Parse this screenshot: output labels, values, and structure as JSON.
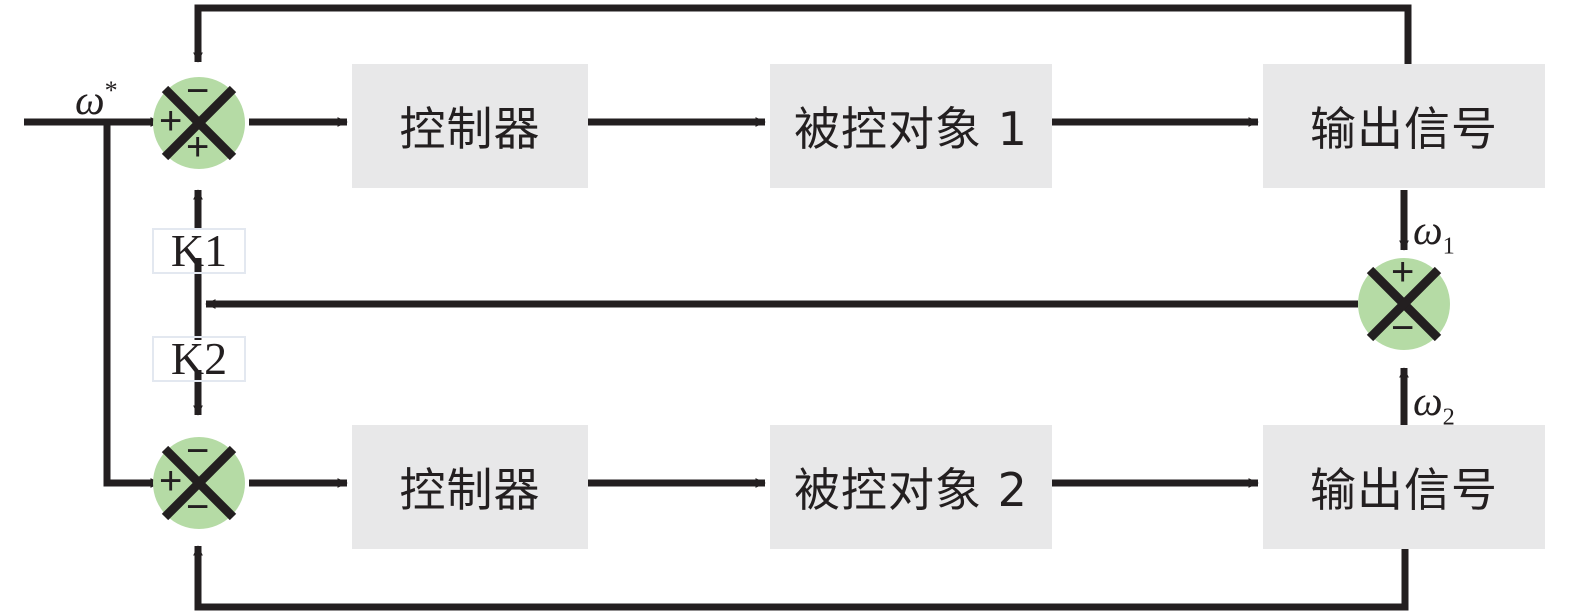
{
  "diagram": {
    "title": "Dual-loop cross-coupled speed control block diagram",
    "colors": {
      "line": "#231f20",
      "block_fill": "#e8e8e9",
      "junction_fill": "#b5dba5",
      "gain_border": "#e3e8f0",
      "background": "#ffffff"
    },
    "blocks": [
      {
        "id": "controller1",
        "label": "控制器"
      },
      {
        "id": "plant1",
        "label": "被控对象 1"
      },
      {
        "id": "output1",
        "label": "输出信号"
      },
      {
        "id": "controller2",
        "label": "控制器"
      },
      {
        "id": "plant2",
        "label": "被控对象 2"
      },
      {
        "id": "output2",
        "label": "输出信号"
      }
    ],
    "gains": [
      {
        "id": "k1",
        "label": "K1"
      },
      {
        "id": "k2",
        "label": "K2"
      }
    ],
    "junctions": [
      {
        "id": "sum1",
        "signs": {
          "left": "+",
          "top": "−",
          "bottom": "+"
        }
      },
      {
        "id": "sum2",
        "signs": {
          "left": "+",
          "top": "−",
          "bottom": "−"
        }
      },
      {
        "id": "sum3",
        "signs": {
          "top": "+",
          "bottom": "−"
        }
      }
    ],
    "signal_labels": [
      {
        "id": "omega-ref",
        "base": "ω",
        "sup": "*",
        "sub": ""
      },
      {
        "id": "omega-1",
        "base": "ω",
        "sup": "",
        "sub": "1"
      },
      {
        "id": "omega-2",
        "base": "ω",
        "sup": "",
        "sub": "2"
      }
    ]
  }
}
